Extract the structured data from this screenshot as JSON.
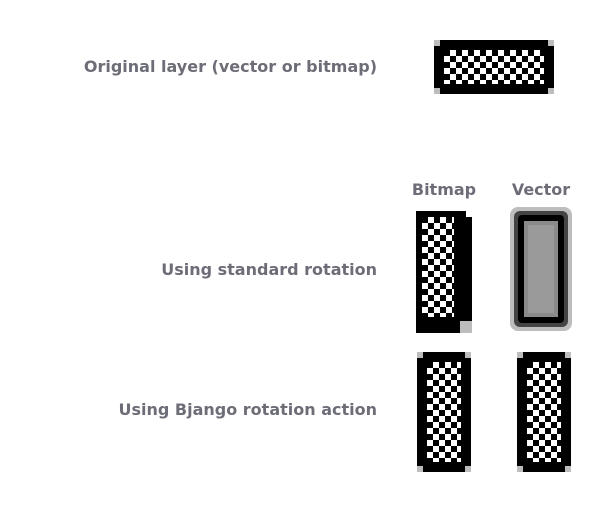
{
  "rows": {
    "original_label": "Original layer (vector or bitmap)",
    "standard_label": "Using standard rotation",
    "bjango_label": "Using Bjango rotation action"
  },
  "columns": {
    "bitmap_label": "Bitmap",
    "vector_label": "Vector"
  },
  "colors": {
    "text": "#6d6d78",
    "black": "#000000",
    "white": "#ffffff",
    "vector_gray": "#8a8a8a",
    "halo_gray": "#bdbdbd"
  },
  "icons": {
    "original": "checkerboard-pill-horizontal",
    "standard_bitmap": "rotated-bitmap-pill",
    "standard_vector": "rotated-vector-pill-blurred",
    "bjango_bitmap": "checkerboard-pill-vertical",
    "bjango_vector": "checkerboard-pill-vertical"
  }
}
